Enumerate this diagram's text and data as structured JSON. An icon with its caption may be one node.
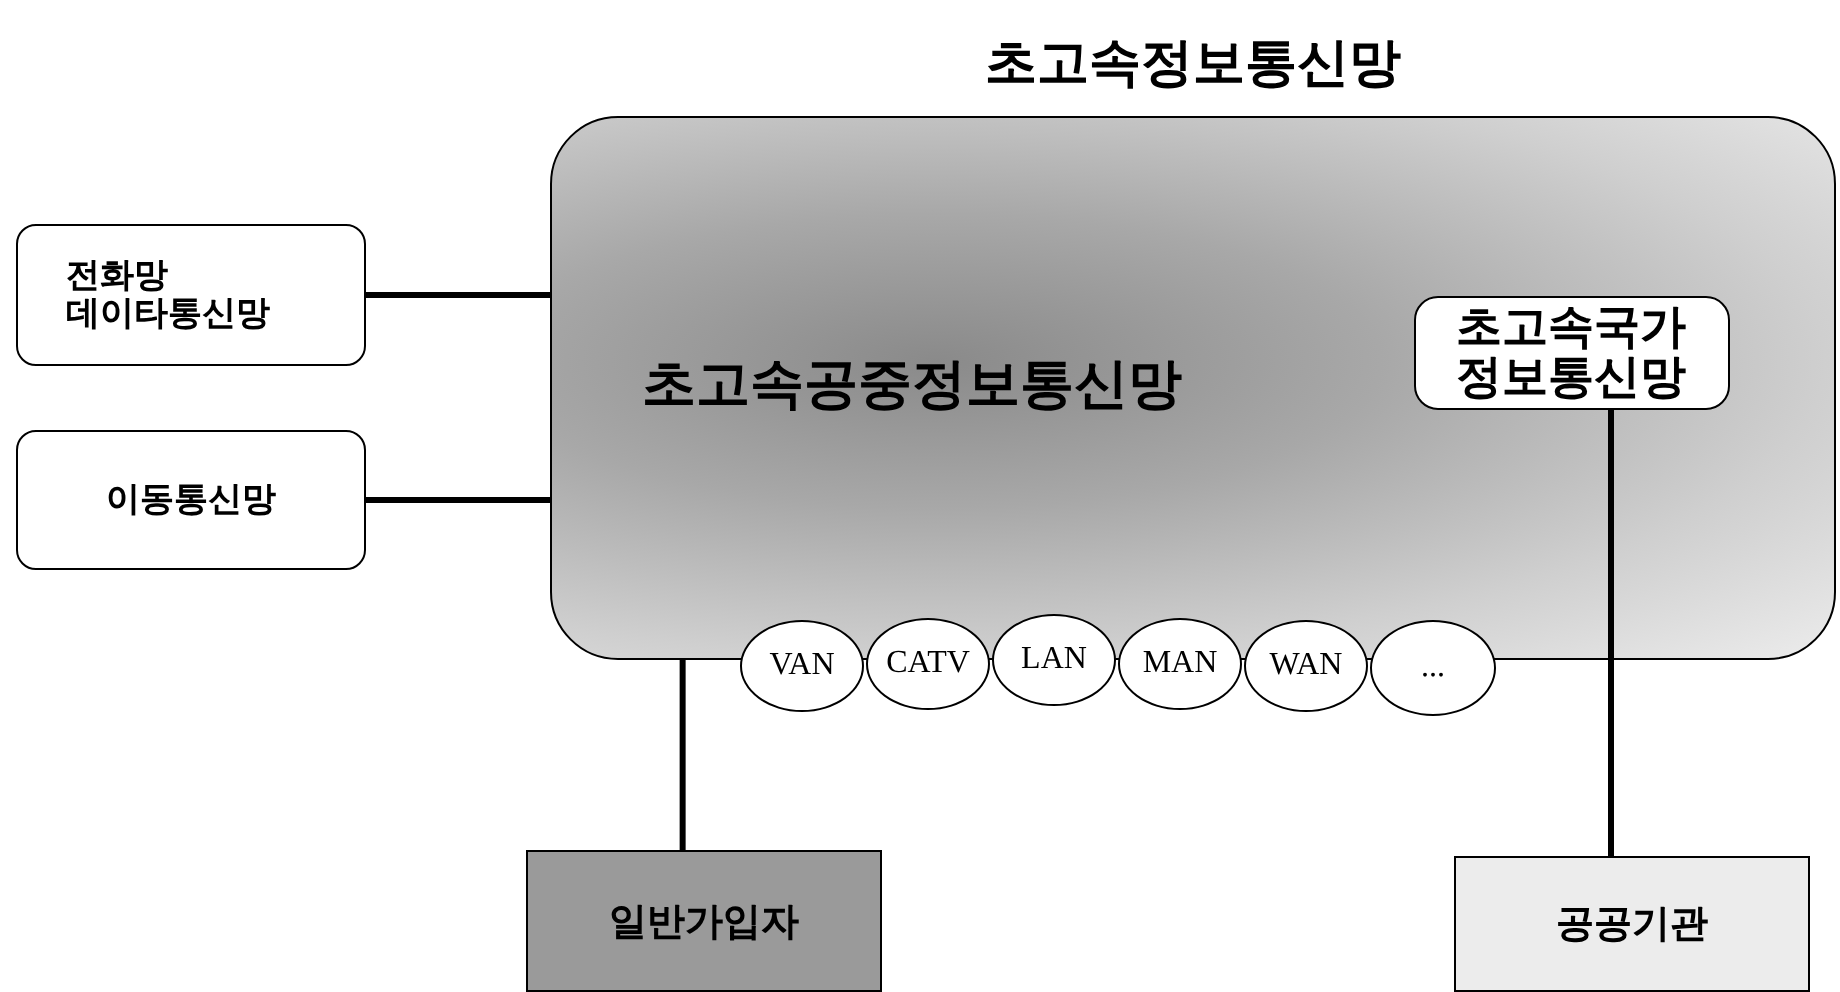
{
  "diagram": {
    "title": "초고속정보통신망",
    "nodes": [
      {
        "text": [
          "초고속공중정보통신망"
        ]
      },
      {
        "text": [
          "초고속국가 정보통신망"
        ],
        "in": 0
      },
      {
        "text": [
          "전화망 데이타통신망"
        ]
      },
      {
        "text": [
          "이동통신망"
        ]
      },
      {
        "text": [
          "VAN"
        ]
      },
      {
        "text": [
          "CATV"
        ]
      },
      {
        "text": [
          "LAN"
        ]
      },
      {
        "text": [
          "MAN"
        ]
      },
      {
        "text": [
          "WAN"
        ]
      },
      {
        "text": [
          "..."
        ]
      },
      {
        "text": [
          "일반가입자"
        ]
      },
      {
        "text": [
          "공공기관"
        ]
      }
    ],
    "edges": [
      {
        "from": 2,
        "to": 0,
        "arrow": "none"
      },
      {
        "from": 3,
        "to": 0,
        "arrow": "none"
      },
      {
        "from": 10,
        "to": 0,
        "arrow": "none"
      },
      {
        "from": 1,
        "to": 11,
        "arrow": "none"
      }
    ]
  }
}
